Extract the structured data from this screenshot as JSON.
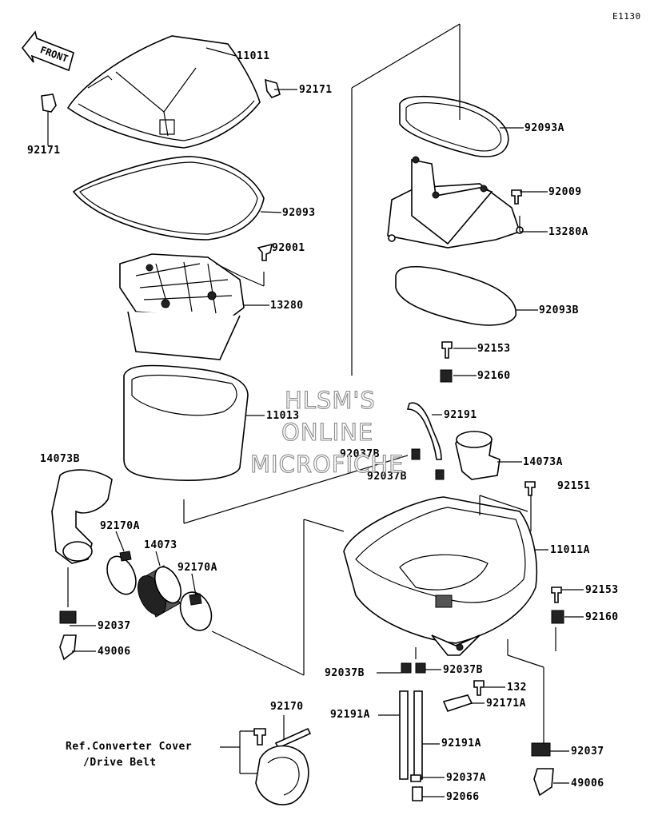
{
  "diagram_code": "E1130",
  "front_label": "FRONT",
  "watermark": [
    "HLSM'S",
    "ONLINE",
    "MICROFICHE"
  ],
  "reference_note": [
    "Ref.Converter Cover",
    "/Drive Belt"
  ],
  "parts": {
    "p11011": "11011",
    "p92171_top": "92171",
    "p92171_left": "92171",
    "p92093": "92093",
    "p92001": "92001",
    "p13280": "13280",
    "p11013": "11013",
    "p92093A": "92093A",
    "p92009": "92009",
    "p13280A": "13280A",
    "p92093B": "92093B",
    "p92153_a": "92153",
    "p92160_a": "92160",
    "p92191": "92191",
    "p92037B_a": "92037B",
    "p92037B_b": "92037B",
    "p14073A": "14073A",
    "p92151": "92151",
    "p11011A": "11011A",
    "p92153_b": "92153",
    "p92160_b": "92160",
    "p14073B": "14073B",
    "p92170A_a": "92170A",
    "p14073": "14073",
    "p92170A_b": "92170A",
    "p92037_a": "92037",
    "p49006_a": "49006",
    "p92037B_c": "92037B",
    "p92037B_d": "92037B",
    "p132": "132",
    "p92171A": "92171A",
    "p92191A_a": "92191A",
    "p92191A_b": "92191A",
    "p92037A": "92037A",
    "p92066": "92066",
    "p92037_b": "92037",
    "p49006_b": "49006",
    "p92170": "92170"
  }
}
